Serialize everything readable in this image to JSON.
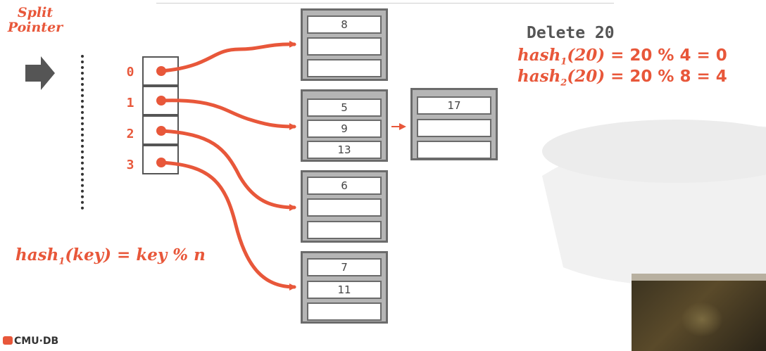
{
  "split_pointer": {
    "line1": "Split",
    "line2": "Pointer"
  },
  "directory": [
    {
      "index": "0"
    },
    {
      "index": "1"
    },
    {
      "index": "2"
    },
    {
      "index": "3"
    }
  ],
  "buckets": [
    {
      "slots": [
        "8",
        "",
        ""
      ]
    },
    {
      "slots": [
        "5",
        "9",
        "13"
      ]
    },
    {
      "slots": [
        "6",
        "",
        ""
      ]
    },
    {
      "slots": [
        "7",
        "11",
        ""
      ]
    }
  ],
  "overflow_bucket": {
    "slots": [
      "17",
      "",
      ""
    ]
  },
  "operation": {
    "title": "Delete 20",
    "hash1": {
      "fn": "hash",
      "sub": "1",
      "arg": "(20) =",
      "rhs": "20 % 4 = 0"
    },
    "hash2": {
      "fn": "hash",
      "sub": "2",
      "arg": "(20) =",
      "rhs": "20 % 8 = 4"
    }
  },
  "hash_function": {
    "fn": "hash",
    "sub": "1",
    "rest": "(key) = key % n"
  },
  "logo": {
    "text": "CMU·DB"
  },
  "colors": {
    "accent": "#e8573a",
    "bucket_fill": "#b5b5b5",
    "bucket_border": "#6b6b6b"
  }
}
